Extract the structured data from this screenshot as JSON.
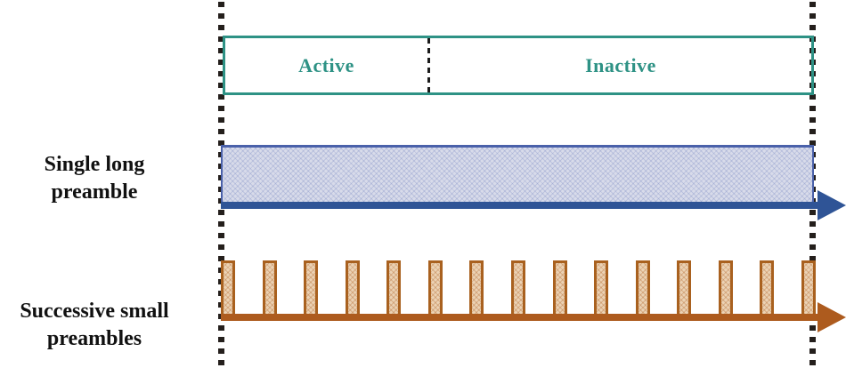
{
  "diagram": {
    "phase_box": {
      "segments": [
        {
          "label": "Active"
        },
        {
          "label": "Inactive"
        }
      ]
    },
    "rows": [
      {
        "id": "single-long-preamble",
        "label_lines": [
          "Single long",
          "preamble"
        ]
      },
      {
        "id": "successive-small-preambles",
        "label_lines": [
          "Successive small",
          "preambles"
        ]
      }
    ],
    "pulses": {
      "count": 15
    },
    "colors": {
      "teal": "#2E9285",
      "blue_border": "#4A61AA",
      "blue_fill": "#D8DBEA",
      "blue_arrow": "#2F5496",
      "brown_arrow": "#AD5B1E",
      "pulse_border": "#A9611F",
      "pulse_fill": "#EBD2B4",
      "boundary": "#241F1C",
      "divider": "#1A1A1A",
      "label_text": "#111111"
    }
  }
}
